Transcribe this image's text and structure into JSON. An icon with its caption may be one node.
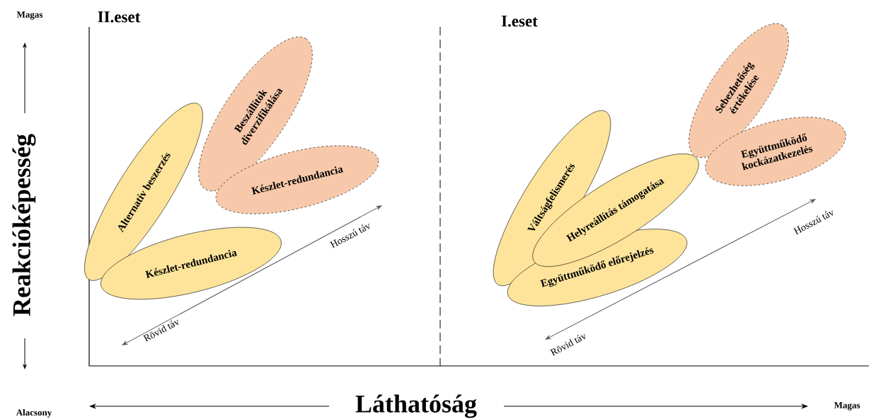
{
  "diagram": {
    "nodes": [
      {
        "text": [
          "Alternatív beszerzés"
        ]
      },
      {
        "text": [
          "Beszállítók diverzifikálása"
        ]
      },
      {
        "text": [
          "Készlet-redundancia"
        ]
      },
      {
        "text": [
          "Készlet-redundancia"
        ]
      },
      {
        "text": [
          "Váltságfelismerés"
        ]
      },
      {
        "text": [
          "Helyreállítás támogatása"
        ]
      },
      {
        "text": [
          "Együttműködő előrejelzés"
        ]
      },
      {
        "text": [
          "Sebezhetőség értékelése"
        ]
      },
      {
        "text": [
          "Együttműködő kockázatkezelés"
        ]
      }
    ],
    "edges": [],
    "labels": [
      "Magas",
      "II.eset",
      "I.eset",
      "Reakcióképesség",
      "Hosszú táv",
      "Rövid táv",
      "Hosszú táv",
      "Rövid táv",
      "Alacsony",
      "Láthatóság",
      "Magas"
    ]
  }
}
